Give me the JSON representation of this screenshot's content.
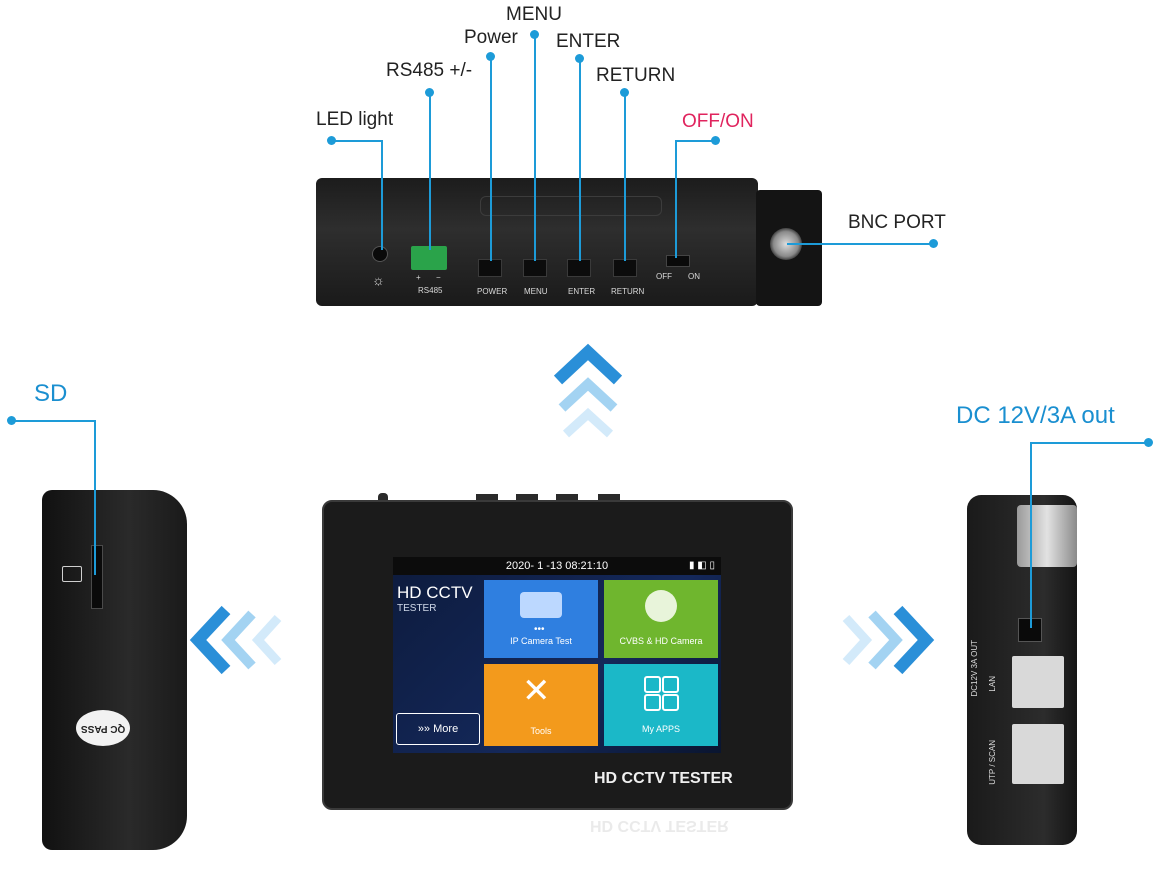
{
  "callouts": {
    "led_light": "LED light",
    "rs485": "RS485 +/-",
    "power": "Power",
    "menu": "MENU",
    "enter": "ENTER",
    "return": "RETURN",
    "off_on": "OFF/ON",
    "bnc_port": "BNC PORT",
    "sd": "SD",
    "dc_out": "DC 12V/3A out"
  },
  "top_panel_labels": {
    "rs485": "RS485",
    "plus": "+",
    "minus": "−",
    "power": "POWER",
    "menu": "MENU",
    "enter": "ENTER",
    "return": "RETURN",
    "off": "OFF",
    "on": "ON"
  },
  "screen": {
    "datetime": "2020- 1 -13 08:21:10",
    "brand_title": "HD CCTV",
    "brand_sub": "TESTER",
    "more_label": "More",
    "tiles": [
      {
        "label": "IP Camera Test",
        "color": "#2f7fe0"
      },
      {
        "label": "CVBS & HD Camera",
        "color": "#6fb62e"
      },
      {
        "label": "Tools",
        "color": "#f39a1c"
      },
      {
        "label": "My APPS",
        "color": "#1bb8c8"
      }
    ]
  },
  "device_brand": "HD CCTV TESTER",
  "side_labels": {
    "sd_badge": "QC PASS",
    "dc": "DC12V 3A OUT",
    "lan": "LAN",
    "utp": "UTP / SCAN"
  },
  "colors": {
    "accent": "#1d9bd8",
    "off_on": "#e0245e"
  }
}
